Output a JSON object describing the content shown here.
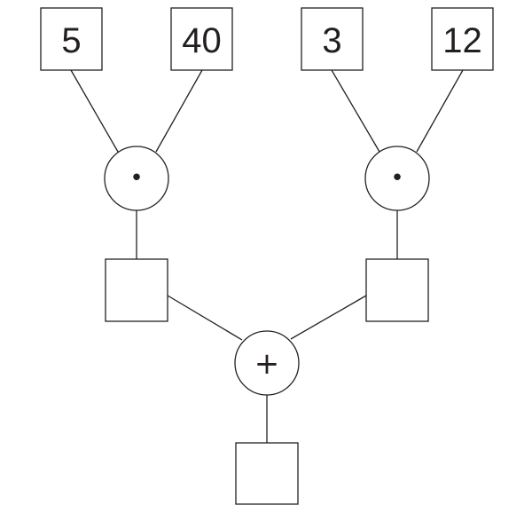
{
  "diagram": {
    "inputs": [
      {
        "value": "5"
      },
      {
        "value": "40"
      },
      {
        "value": "3"
      },
      {
        "value": "12"
      }
    ],
    "multiply_nodes": [
      {
        "operator": "•"
      },
      {
        "operator": "•"
      }
    ],
    "product_boxes": [
      {
        "value": ""
      },
      {
        "value": ""
      }
    ],
    "sum_node": {
      "operator": "+"
    },
    "result_box": {
      "value": ""
    }
  }
}
